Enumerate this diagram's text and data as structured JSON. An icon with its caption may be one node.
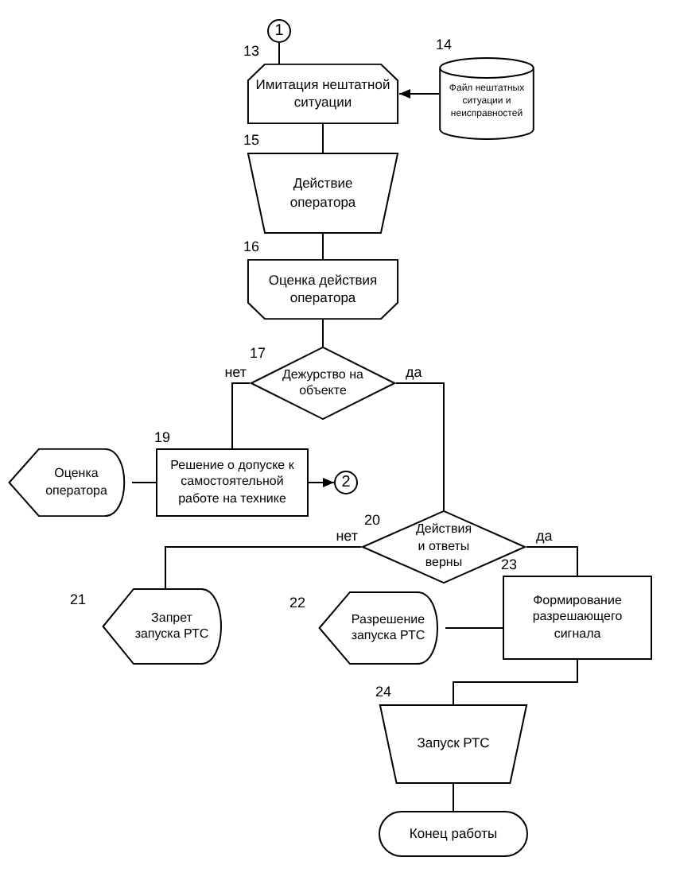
{
  "diagram": {
    "nodes": [
      {
        "text": [
          "1"
        ]
      },
      {
        "text": [
          "Имитация нештатной ситуации"
        ],
        "beside": [
          "13"
        ]
      },
      {
        "text": [
          "Файл нештатных ситуации и неисправностей"
        ],
        "beside": [
          "14"
        ]
      },
      {
        "text": [
          "Действие оператора"
        ],
        "beside": [
          "15"
        ]
      },
      {
        "text": [
          "Оценка действия оператора"
        ],
        "beside": [
          "16"
        ]
      },
      {
        "text": [
          "Дежурство на объекте"
        ],
        "beside": [
          "17"
        ]
      },
      {
        "text": [
          "Решение о допуске к самостоятельной работе на технике"
        ],
        "beside": [
          "19"
        ]
      },
      {
        "text": [
          "Оценка оператора"
        ]
      },
      {
        "text": [
          "2"
        ]
      },
      {
        "text": [
          "Действия и ответы верны"
        ],
        "beside": [
          "20"
        ]
      },
      {
        "text": [
          "Запрет запуска РТС"
        ],
        "beside": [
          "21"
        ]
      },
      {
        "text": [
          "Разрешение запуска РТС"
        ],
        "beside": [
          "22"
        ]
      },
      {
        "text": [
          "Формирование разрешающего сигнала"
        ],
        "beside": [
          "23"
        ]
      },
      {
        "text": [
          "Запуск РТС"
        ],
        "beside": [
          "24"
        ]
      },
      {
        "text": [
          "Конец работы"
        ]
      }
    ],
    "edges": [
      {
        "from": 0,
        "to": 1,
        "arrow": "none"
      },
      {
        "from": 2,
        "to": 1,
        "arrow": "to"
      },
      {
        "from": 1,
        "to": 3,
        "arrow": "none"
      },
      {
        "from": 3,
        "to": 4,
        "arrow": "none"
      },
      {
        "from": 4,
        "to": 5,
        "arrow": "none"
      },
      {
        "from": 5,
        "to": 6,
        "arrow": "none",
        "label": "нет"
      },
      {
        "from": 5,
        "to": 9,
        "arrow": "none",
        "label": "да"
      },
      {
        "from": 6,
        "to": 7,
        "arrow": "none"
      },
      {
        "from": 6,
        "to": 8,
        "arrow": "to"
      },
      {
        "from": 9,
        "to": 10,
        "arrow": "none",
        "label": "нет"
      },
      {
        "from": 9,
        "to": 12,
        "arrow": "none",
        "label": "да"
      },
      {
        "from": 12,
        "to": 11,
        "arrow": "none"
      },
      {
        "from": 12,
        "to": 13,
        "arrow": "none"
      },
      {
        "from": 13,
        "to": 14,
        "arrow": "none"
      }
    ]
  }
}
